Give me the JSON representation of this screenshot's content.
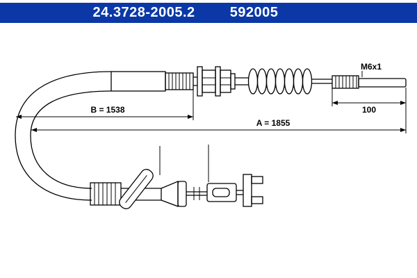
{
  "header": {
    "part_number": "24.3728-2005.2",
    "reference_number": "592005",
    "bg_color": "#0B38A6",
    "text_color": "#FFFFFF"
  },
  "diagram": {
    "type": "cable-technical-drawing",
    "line_color": "#000000",
    "background": "#FFFFFF",
    "labels": {
      "thread": "M6x1",
      "dim_thread_length": "100",
      "dim_b": "B = 1538",
      "dim_a": "A = 1855"
    }
  }
}
